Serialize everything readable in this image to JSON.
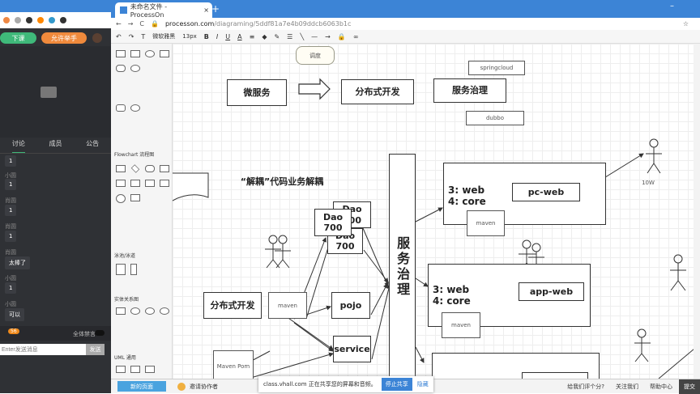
{
  "left_panel": {
    "end_class": "下课",
    "allow_hand": "允许举手",
    "tabs": [
      "讨论",
      "成员",
      "公告"
    ],
    "messages": [
      {
        "name": "",
        "text": "1"
      },
      {
        "name": "小圆",
        "text": "1"
      },
      {
        "name": "肖圆",
        "text": "1"
      },
      {
        "name": "肖圆",
        "text": "1"
      },
      {
        "name": "肖圆",
        "text": "太棒了"
      },
      {
        "name": "小圆",
        "text": "1"
      },
      {
        "name": "小圆",
        "text": "可以"
      }
    ],
    "badge": "56",
    "mute_all": "全体禁言",
    "input_placeholder": "Enter发送消息",
    "send": "发送"
  },
  "browser": {
    "tab_title": "未命名文件 - ProcessOn",
    "url_host": "processon.com",
    "url_path": "/diagraming/5ddf81a7e4b09ddcb6063b1c",
    "toolbar": {
      "font": "微软雅黑",
      "size": "13px"
    }
  },
  "shapes_panel": {
    "sections": [
      "Flowchart 流程图",
      "泳池/泳道",
      "实体关系图",
      "UML 通用"
    ]
  },
  "diagram": {
    "schedule": "调度",
    "microservice": "微服务",
    "distributed": "分布式开发",
    "governance": "服务治理",
    "springcloud": "springcloud",
    "dubbo": "dubbo",
    "decouple": "“解耦”代码业务解耦",
    "dao": "Dao 700",
    "governance_vertical": "服务治理",
    "web_core": "3: web\n4: core",
    "pc_web": "pc-web",
    "app_web": "app-web",
    "maven": "maven",
    "pojo": "pojo",
    "service": "service",
    "distributed2": "分布式开发",
    "maven_pom": "Maven Pom",
    "users": "10W"
  },
  "bottom_bar": {
    "new_diagram": "新的页面",
    "invite": "邀请协作者",
    "share_notice": "class.vhall.com 正在共享您的屏幕和音频。",
    "stop_share": "停止共享",
    "hide": "隐藏",
    "rate": "给我们评个分?",
    "follow": "关注我们",
    "help": "帮助中心",
    "submit": "提交"
  }
}
